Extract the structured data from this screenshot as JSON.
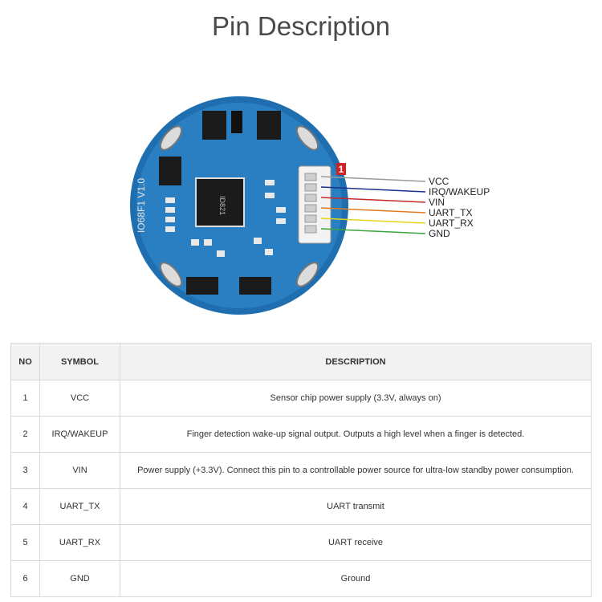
{
  "title": "Pin Description",
  "board": {
    "silkscreen": "IO68F1 V1.0",
    "chip_label": "ID821",
    "connector_pin_marker": "1",
    "wires": [
      {
        "label": "VCC",
        "color": "#9a9a9a"
      },
      {
        "label": "IRQ/WAKEUP",
        "color": "#1c2f8a"
      },
      {
        "label": "VIN",
        "color": "#c62828"
      },
      {
        "label": "UART_TX",
        "color": "#e07b1f"
      },
      {
        "label": "UART_RX",
        "color": "#e6d41a"
      },
      {
        "label": "GND",
        "color": "#3aa53a"
      }
    ]
  },
  "table": {
    "headers": [
      "NO",
      "SYMBOL",
      "DESCRIPTION"
    ],
    "rows": [
      [
        "1",
        "VCC",
        "Sensor chip power supply (3.3V, always on)"
      ],
      [
        "2",
        "IRQ/WAKEUP",
        "Finger detection wake-up signal output. Outputs a high level when a finger is detected."
      ],
      [
        "3",
        "VIN",
        "Power supply (+3.3V). Connect this pin to a controllable power source for ultra-low standby power consumption."
      ],
      [
        "4",
        "UART_TX",
        "UART transmit"
      ],
      [
        "5",
        "UART_RX",
        "UART receive"
      ],
      [
        "6",
        "GND",
        "Ground"
      ]
    ]
  }
}
